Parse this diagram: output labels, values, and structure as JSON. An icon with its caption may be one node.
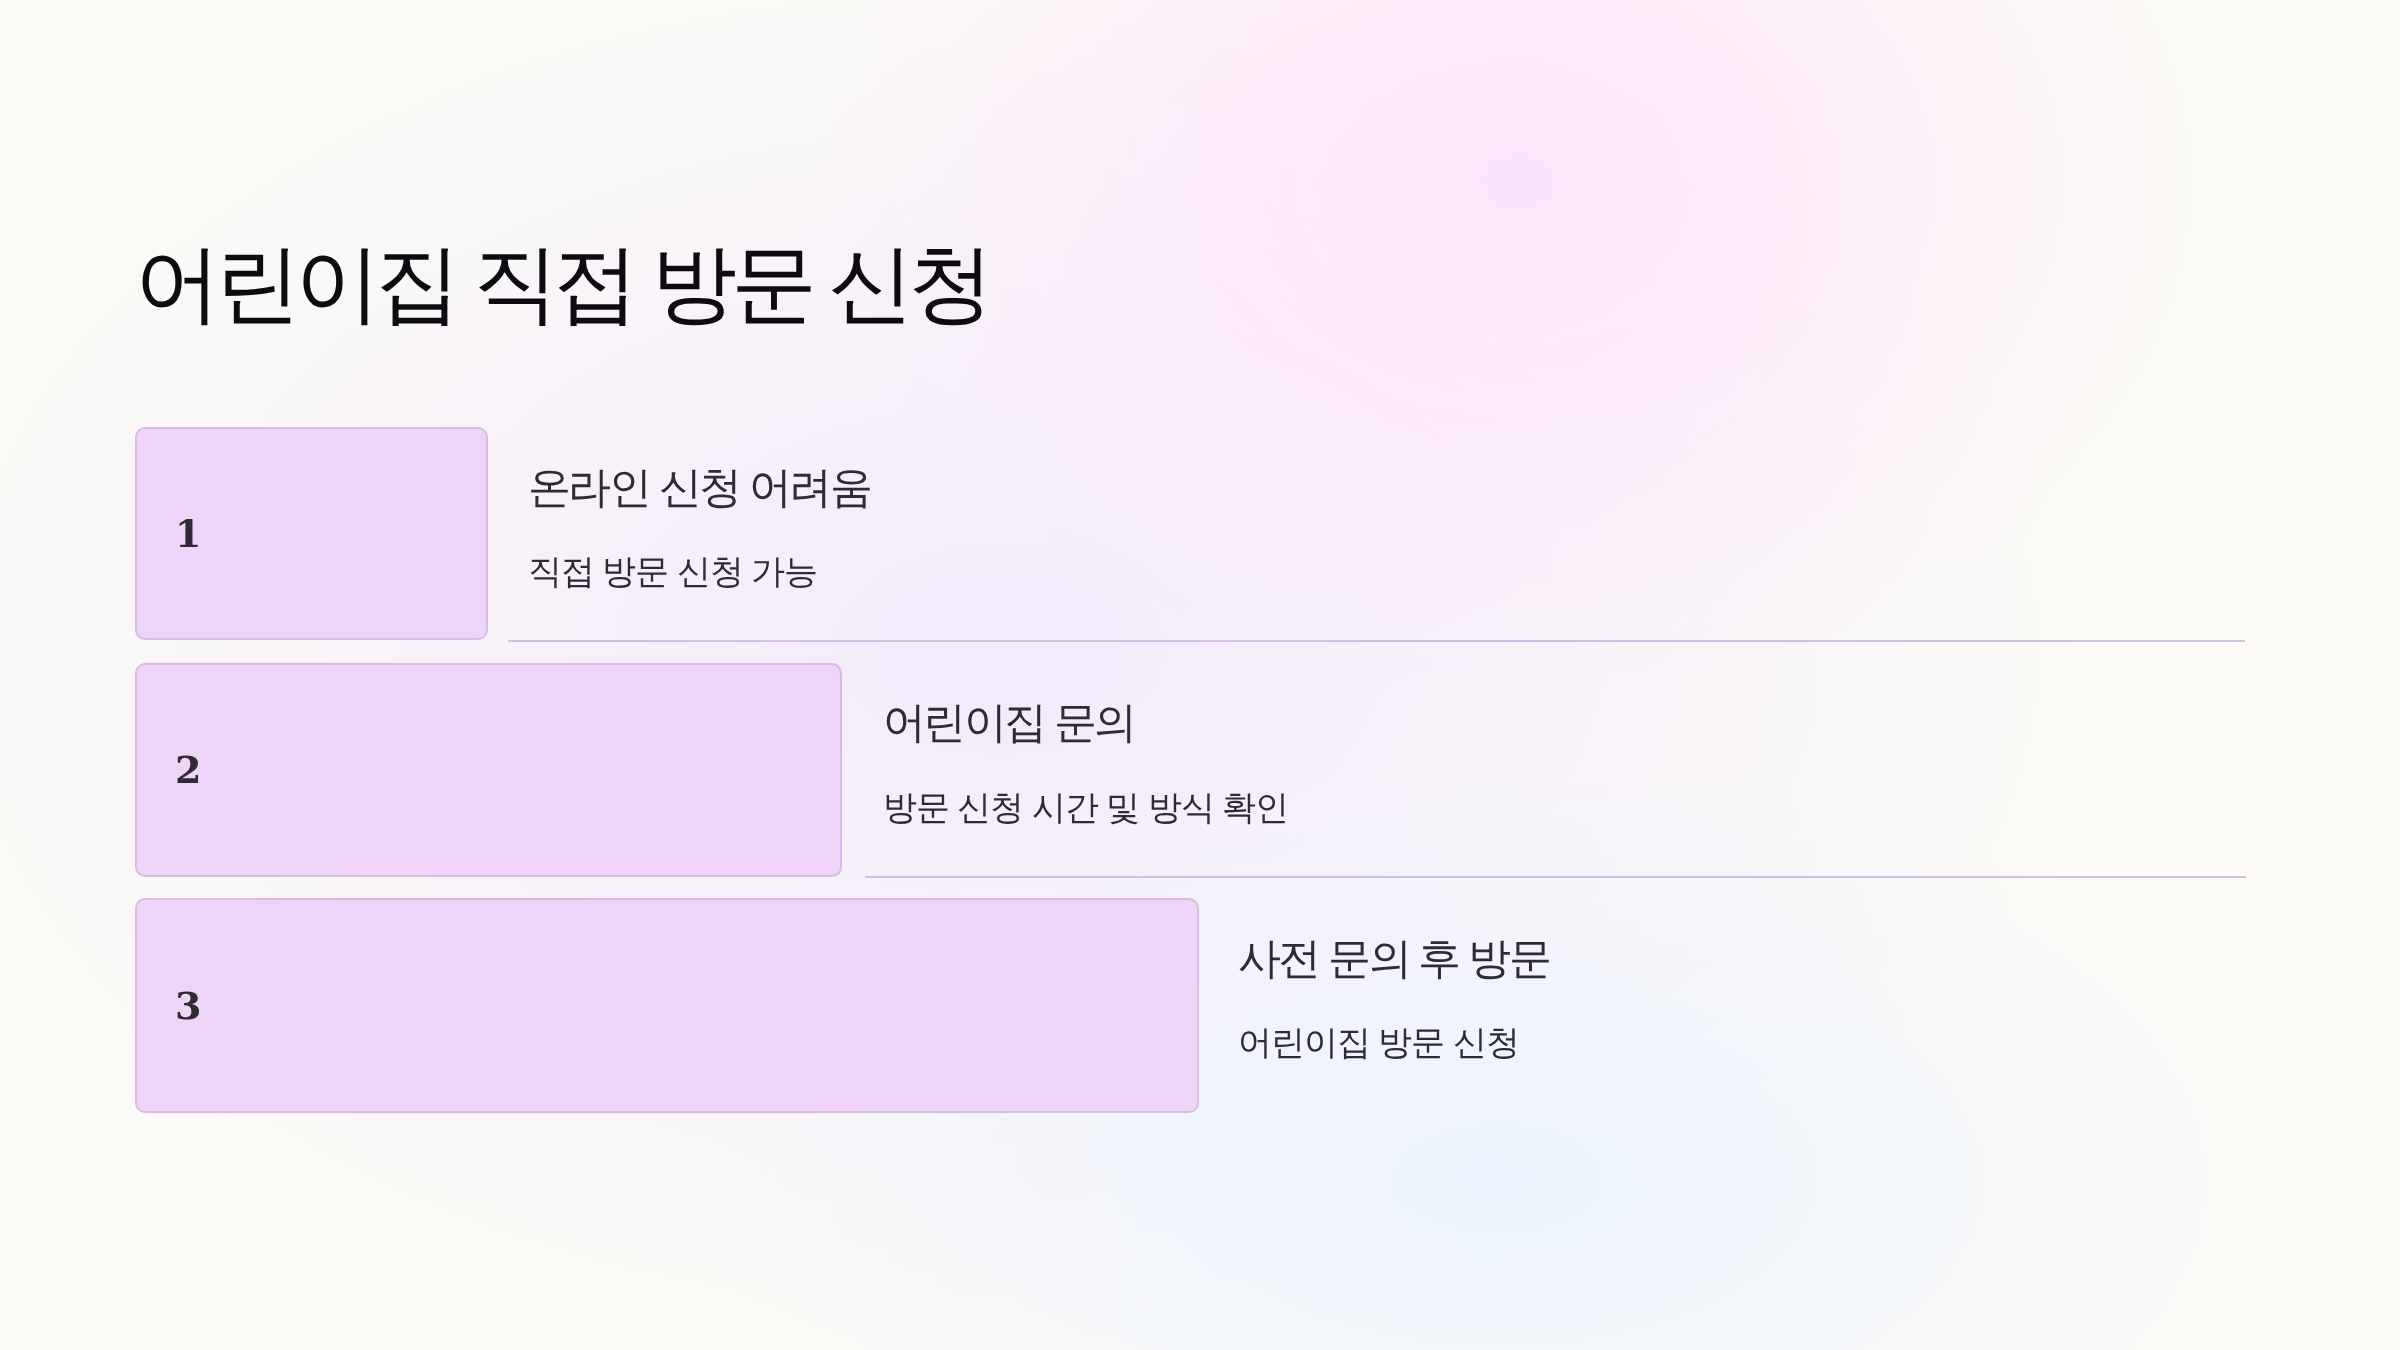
{
  "diagram": {
    "title": "어린이집 직접 방문 신청",
    "nodes": [
      {
        "text": [
          "1"
        ],
        "beside": [
          "온라인 신청 어려움",
          "직접 방문 신청 가능"
        ]
      },
      {
        "text": [
          "2"
        ],
        "beside": [
          "어린이집 문의",
          "방문 신청 시간 및 방식 확인"
        ]
      },
      {
        "text": [
          "3"
        ],
        "beside": [
          "사전 문의 후 방문",
          "어린이집 방문 신청"
        ]
      }
    ]
  }
}
